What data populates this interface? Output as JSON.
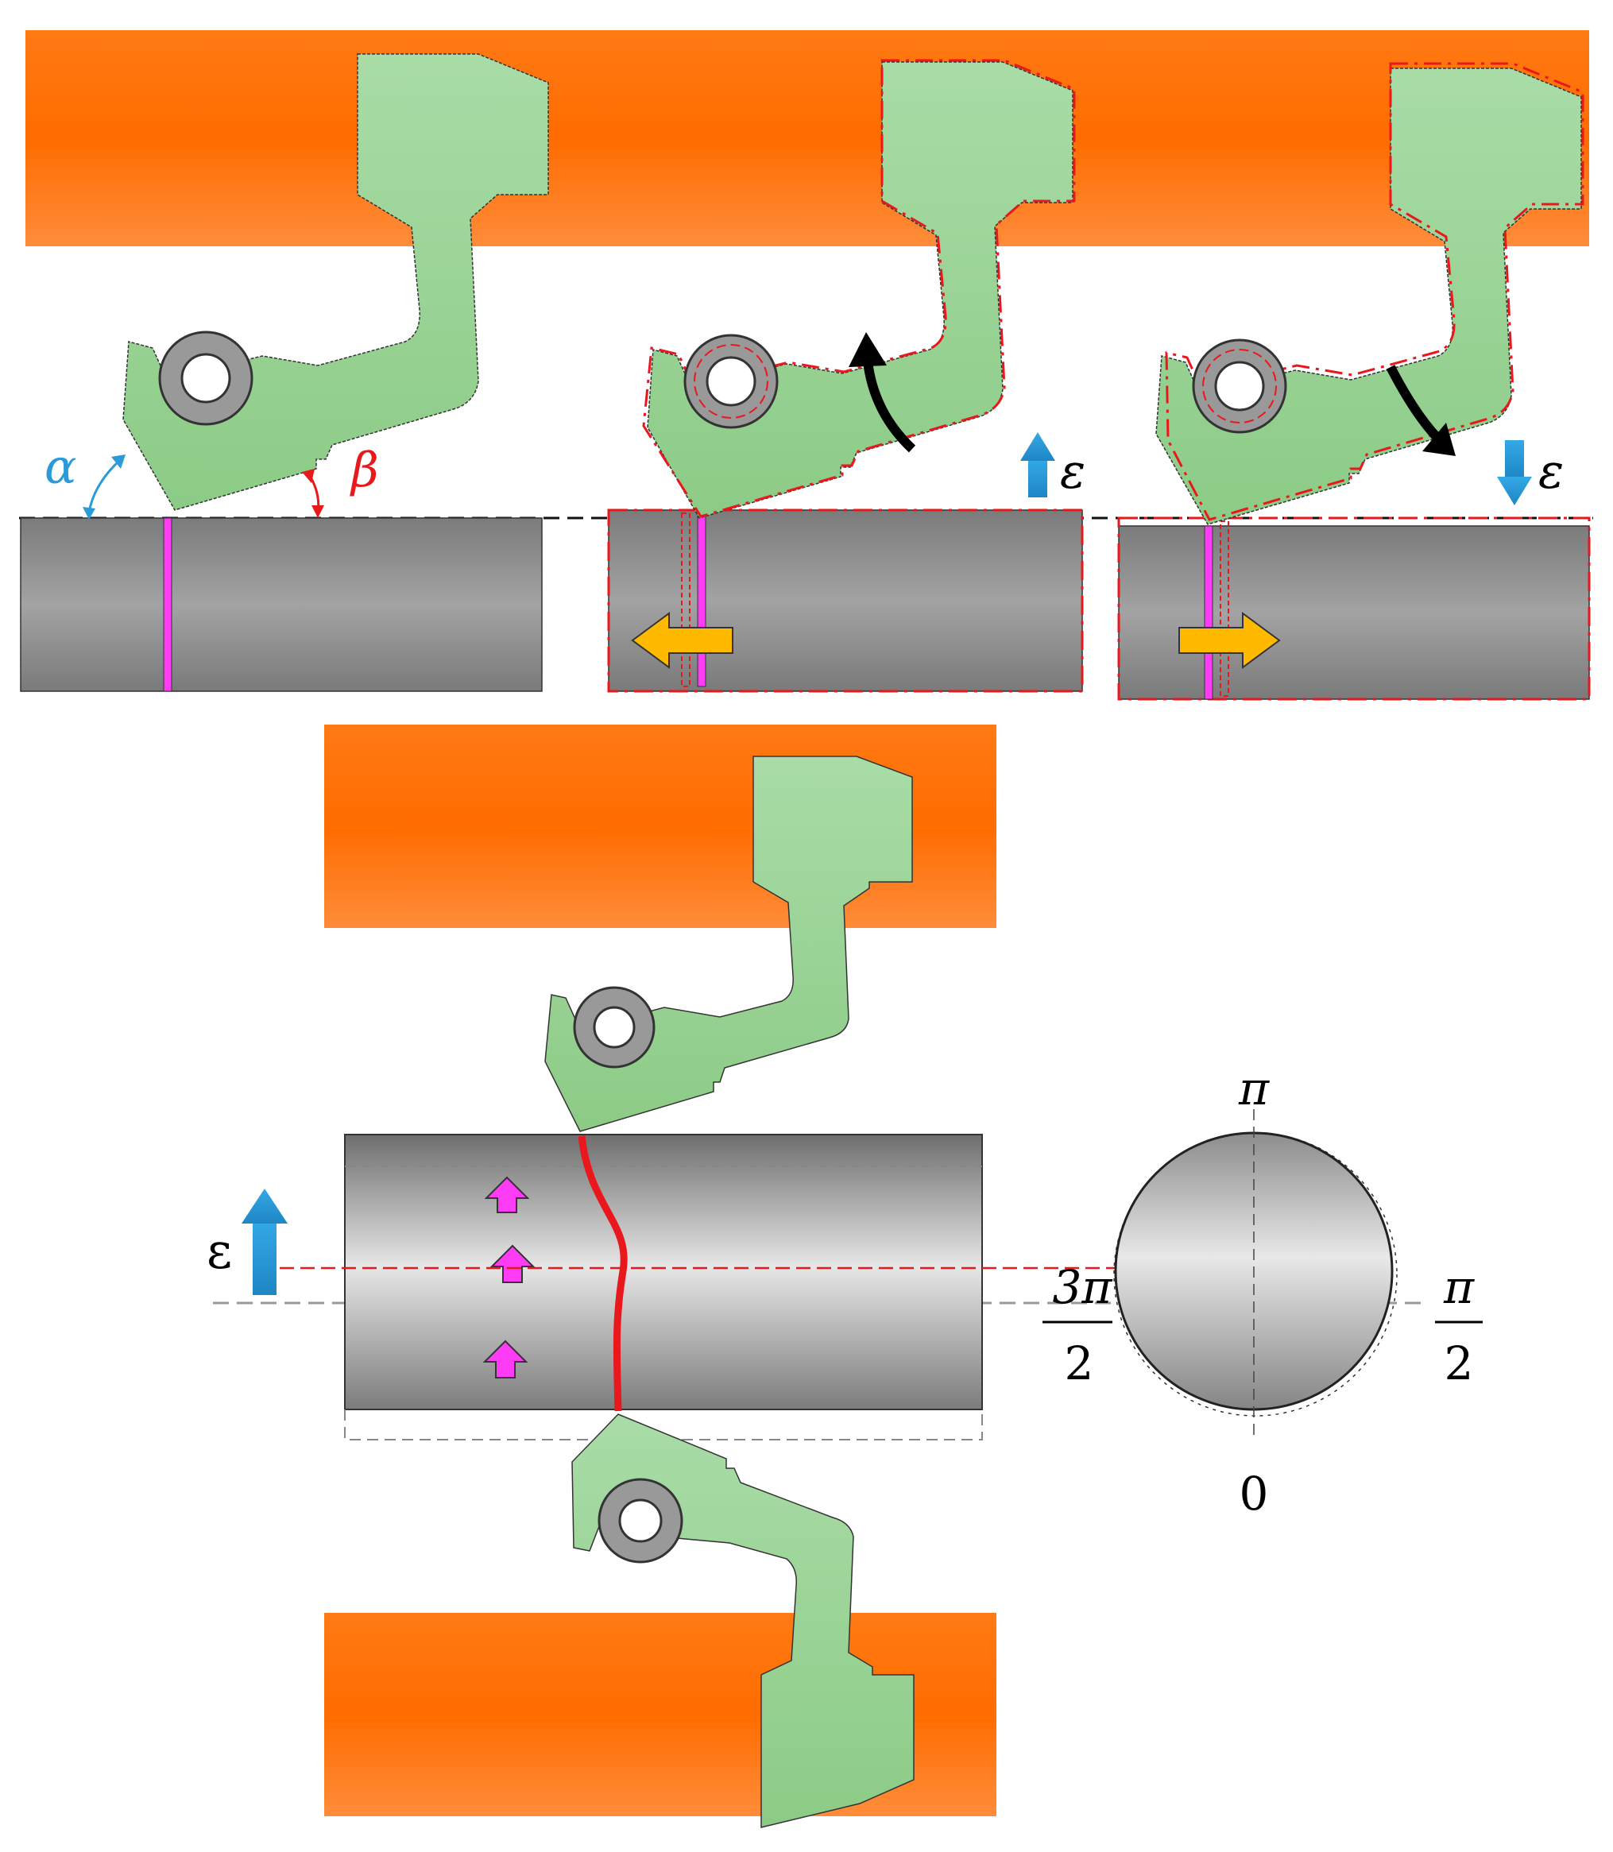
{
  "labels": {
    "alpha": "α",
    "beta": "β",
    "epsilon_italic": "ε",
    "epsilon": "ε",
    "pi": "π",
    "three_pi": "3π",
    "two": "2",
    "zero": "0"
  },
  "colors": {
    "orange": "#ff7a1a",
    "green": "#9ed29b",
    "gray": "#8c8c8c",
    "pink": "#ff3cf5",
    "blue": "#2a9ad8",
    "red": "#e8181c",
    "yellow": "#ffba00"
  }
}
